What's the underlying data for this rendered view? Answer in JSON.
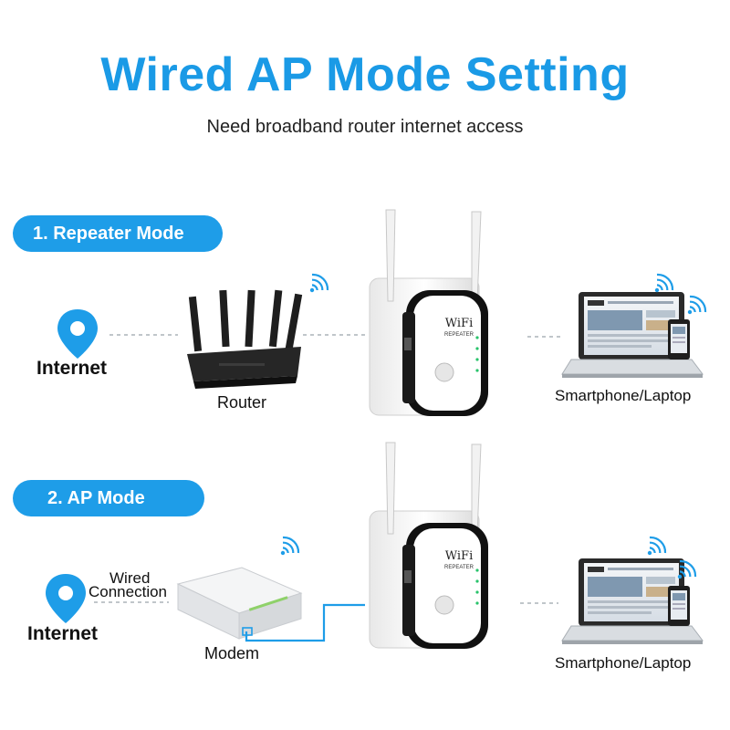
{
  "title": "Wired AP Mode Setting",
  "subtitle": "Need broadband router internet access",
  "sections": [
    {
      "badge": "1. Repeater Mode",
      "internet": "Internet",
      "source": "Router",
      "client": "Smartphone/Laptop"
    },
    {
      "badge": "2. AP Mode",
      "internet": "Internet",
      "wired": [
        "Wired",
        "Connection"
      ],
      "source": "Modem",
      "client": "Smartphone/Laptop"
    }
  ],
  "device_logo": "WiFi",
  "device_label": "REPEATER",
  "colors": {
    "accent": "#1e9de8",
    "title": "#1a9ae6"
  }
}
